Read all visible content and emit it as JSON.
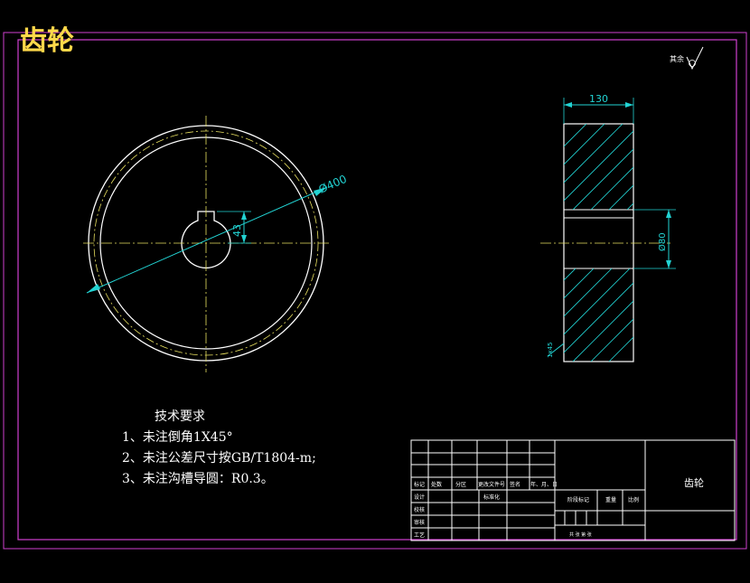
{
  "title": "齿轮",
  "roughness_label": "其余",
  "dims": {
    "outer_diameter": "Ø400",
    "key_dim": "43",
    "width": "130",
    "bore": "Ø80",
    "chamfer": "1x45"
  },
  "tech": {
    "heading": "技术要求",
    "items": [
      "1、未注倒角1X45°",
      "2、未注公差尺寸按GB/T1804-m;",
      "3、未注沟槽导圆：R0.3。"
    ]
  },
  "title_block": {
    "part_name": "齿轮",
    "row_labels": [
      "标记",
      "处数",
      "分区",
      "更改文件号",
      "签名",
      "年、月、日"
    ],
    "design": "设计",
    "standardize": "标准化",
    "check": "校核",
    "review": "审核",
    "process": "工艺",
    "stage_mark": "阶段标记",
    "weight": "重量",
    "scale": "比例",
    "sheets": "共  张  第  张"
  },
  "colors": {
    "frame": "#d040d0",
    "geometry": "#ffffff",
    "dimension": "#22d3d3",
    "centerline": "#e8e060",
    "title": "#ffd84a"
  }
}
